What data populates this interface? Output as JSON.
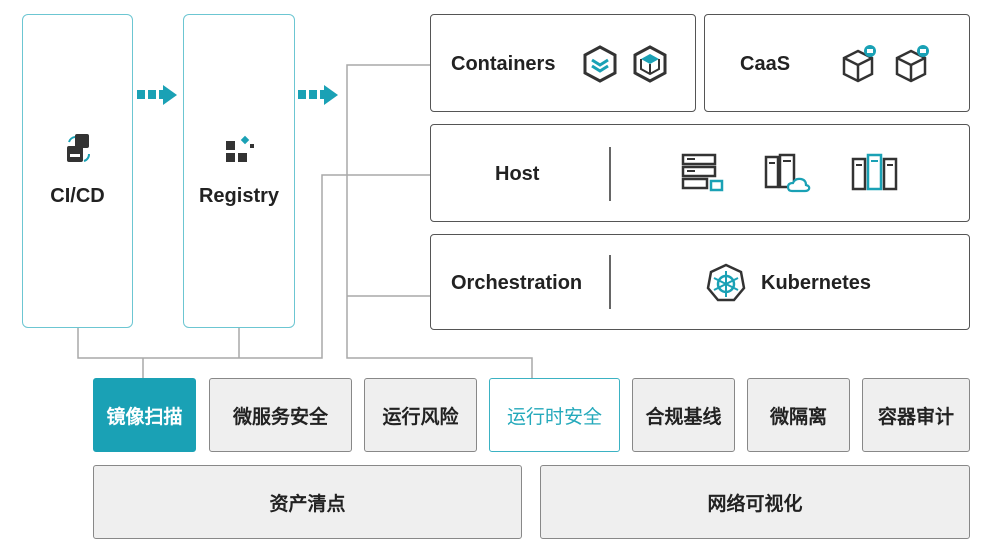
{
  "pipeline": {
    "cicd_label": "CI/CD",
    "registry_label": "Registry"
  },
  "targets": {
    "containers_label": "Containers",
    "caas_label": "CaaS",
    "host_label": "Host",
    "orchestration_label": "Orchestration",
    "kubernetes_label": "Kubernetes"
  },
  "features": [
    {
      "label": "镜像扫描"
    },
    {
      "label": "微服务安全"
    },
    {
      "label": "运行风险"
    },
    {
      "label": "运行时安全"
    },
    {
      "label": "合规基线"
    },
    {
      "label": "微隔离"
    },
    {
      "label": "容器审计"
    }
  ],
  "bottom": {
    "asset_label": "资产清点",
    "network_label": "网络可视化"
  },
  "colors": {
    "accent": "#1aa1b5",
    "teal_border": "#6cc6d2",
    "gray_fill": "#efefef"
  },
  "icons": [
    "cicd-icon",
    "registry-icon",
    "containers-icon",
    "caas-icon",
    "server-icon",
    "server-cloud-icon",
    "server-rack-icon",
    "kubernetes-icon",
    "arrow-icon"
  ]
}
